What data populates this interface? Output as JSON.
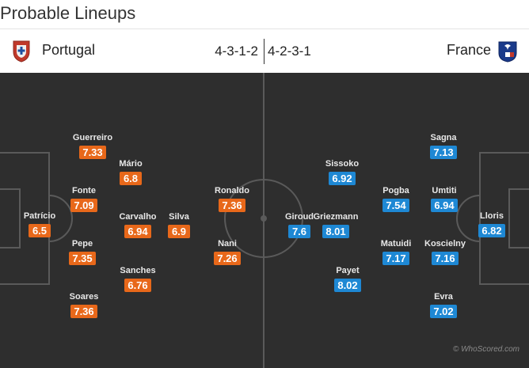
{
  "title": "Probable Lineups",
  "home": {
    "name": "Portugal",
    "formation": "4-3-1-2",
    "crest": "portugal-crest-icon",
    "color": "#e8681a",
    "players": [
      {
        "name": "Patrício",
        "rating": "6.5"
      },
      {
        "name": "Guerreiro",
        "rating": "7.33"
      },
      {
        "name": "Fonte",
        "rating": "7.09"
      },
      {
        "name": "Pepe",
        "rating": "7.35"
      },
      {
        "name": "Soares",
        "rating": "7.36"
      },
      {
        "name": "Mário",
        "rating": "6.8"
      },
      {
        "name": "Carvalho",
        "rating": "6.94"
      },
      {
        "name": "Sanches",
        "rating": "6.76"
      },
      {
        "name": "Silva",
        "rating": "6.9"
      },
      {
        "name": "Ronaldo",
        "rating": "7.36"
      },
      {
        "name": "Nani",
        "rating": "7.26"
      }
    ]
  },
  "away": {
    "name": "France",
    "formation": "4-2-3-1",
    "crest": "france-crest-icon",
    "color": "#1e88d4",
    "players": [
      {
        "name": "Lloris",
        "rating": "6.82"
      },
      {
        "name": "Sagna",
        "rating": "7.13"
      },
      {
        "name": "Umtiti",
        "rating": "6.94"
      },
      {
        "name": "Koscielny",
        "rating": "7.16"
      },
      {
        "name": "Evra",
        "rating": "7.02"
      },
      {
        "name": "Pogba",
        "rating": "7.54"
      },
      {
        "name": "Matuidi",
        "rating": "7.17"
      },
      {
        "name": "Sissoko",
        "rating": "6.92"
      },
      {
        "name": "Griezmann",
        "rating": "8.01"
      },
      {
        "name": "Payet",
        "rating": "8.02"
      },
      {
        "name": "Giroud",
        "rating": "7.6"
      }
    ]
  },
  "watermark": "© WhoScored.com"
}
